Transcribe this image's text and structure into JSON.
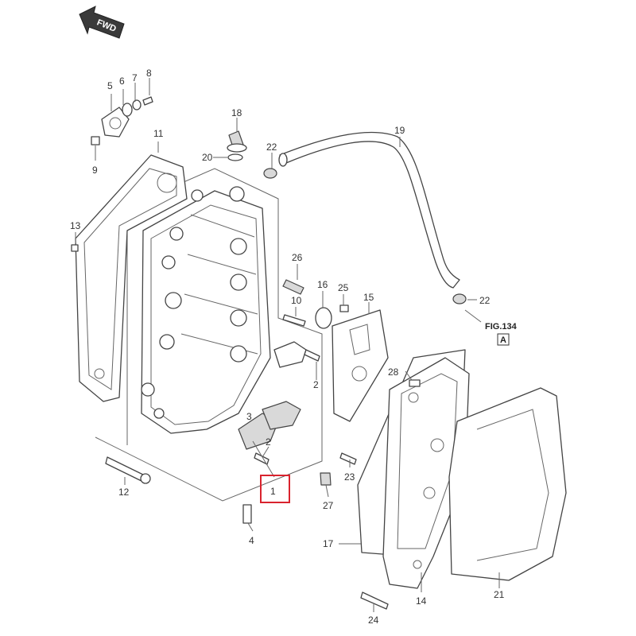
{
  "direction_label": "FWD",
  "figure_ref": "FIG.134",
  "figure_ref_letter": "A",
  "highlight_color": "#d9232e",
  "callouts": {
    "c1": "1",
    "c2a": "2",
    "c2b": "2",
    "c3": "3",
    "c4": "4",
    "c5": "5",
    "c6": "6",
    "c7": "7",
    "c8": "8",
    "c9": "9",
    "c10": "10",
    "c11": "11",
    "c12": "12",
    "c13": "13",
    "c14": "14",
    "c15": "15",
    "c16": "16",
    "c17": "17",
    "c18": "18",
    "c19": "19",
    "c20": "20",
    "c21": "21",
    "c22a": "22",
    "c22b": "22",
    "c23": "23",
    "c24": "24",
    "c25": "25",
    "c26": "26",
    "c27": "27",
    "c28": "28"
  },
  "highlighted_callout": "1"
}
